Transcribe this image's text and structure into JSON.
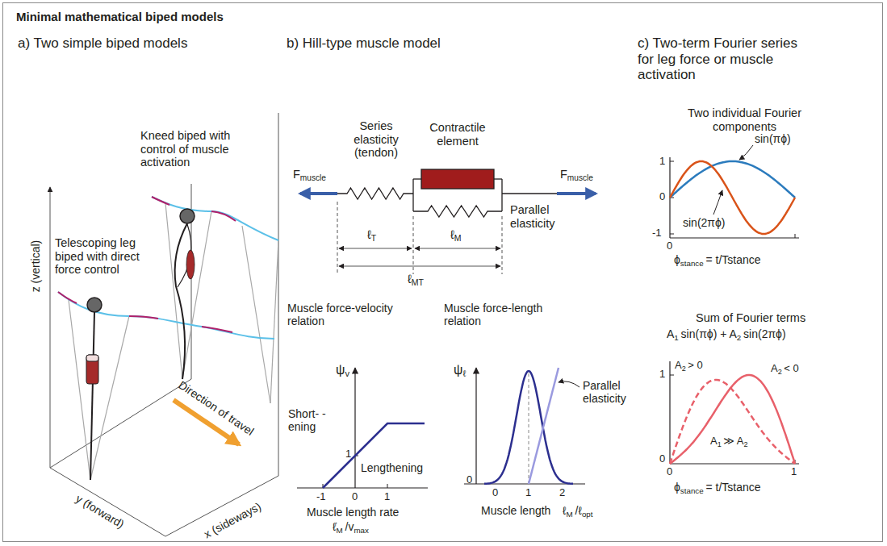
{
  "diagram": {
    "nodes": [
      {
        "text": [
          "Minimal mathematical biped models"
        ]
      }
    ],
    "labels": [
      "a) Two simple biped models",
      "Telescoping leg biped with direct force control",
      "Kneed biped with control of muscle activation",
      "z (vertical)",
      "Direction of travel",
      "y (forward)",
      "x (sideways)",
      "b) Hill-type muscle model",
      "Series elasticity (tendon)",
      "Contractile element",
      "Parallel elasticity",
      "F",
      "muscle",
      "F",
      "muscle",
      "ℓ",
      "T",
      "ℓ",
      "M",
      "ℓ",
      "MT",
      "Muscle force-velocity relation",
      "Muscle force-length relation",
      "ψ",
      "v",
      "Short- -ening",
      "Lengthening",
      "1",
      "-1",
      "0",
      "1",
      "Muscle length rate",
      "ℓ̇",
      "M",
      "/v",
      "max",
      "ψ",
      "ℓ",
      "0",
      "0",
      "1",
      "2",
      "Parallel elasticity",
      "Muscle length",
      "ℓ",
      "M",
      "/ℓ",
      "opt",
      "c) Two-term Fourier series for leg force or muscle activation",
      "Two individual Fourier components",
      "1",
      "0",
      "-1",
      "sin(πϕ)",
      "sin(2πϕ)",
      "0",
      "ϕ",
      "stance",
      "= t/Tstance",
      "Sum of Fourier terms",
      "A",
      "1",
      "sin(πϕ) + A",
      "2",
      "sin(2πϕ)",
      "A",
      "2",
      "> 0",
      "A",
      "2",
      "< 0",
      "A",
      "1",
      "≫ A",
      "2",
      "1",
      "0",
      "0",
      "1",
      "ϕ",
      "stance",
      "= t/Tstance"
    ]
  }
}
